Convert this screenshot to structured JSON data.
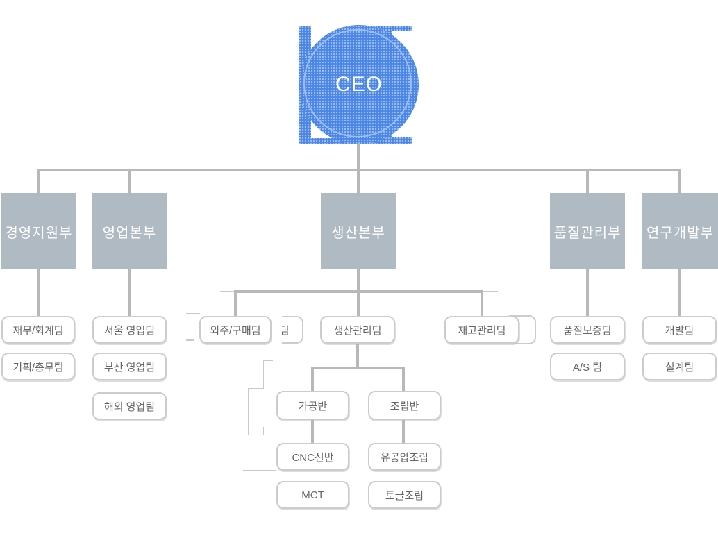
{
  "org": {
    "ceo_label": "CEO",
    "departments": [
      {
        "name": "경영지원부",
        "teams": [
          "재무/회계팀",
          "기획/총무팀"
        ]
      },
      {
        "name": "영업본부",
        "teams": [
          "서울 영업팀",
          "부산 영업팀",
          "해외 영업팀"
        ]
      },
      {
        "name": "생산본부",
        "teams": [
          "외주/구매팀",
          "생산관리팀",
          "재고관리팀"
        ]
      },
      {
        "name": "품질관리부",
        "teams": [
          "품질보증팀",
          "A/S 팀"
        ]
      },
      {
        "name": "연구개발부",
        "teams": [
          "개발팀",
          "설계팀"
        ]
      }
    ],
    "production_management_children": [
      {
        "name": "가공반",
        "teams": [
          "CNC선반",
          "MCT"
        ]
      },
      {
        "name": "조립반",
        "teams": [
          "유공압조립",
          "토글조립"
        ]
      }
    ],
    "clipped_fragment_text": "재팀"
  },
  "colors": {
    "accent_blue": "#4a86e8",
    "department_fill": "#b0bac2",
    "connector_gray": "#b8b8b8",
    "team_border": "#cccccc",
    "team_text": "#666666"
  }
}
